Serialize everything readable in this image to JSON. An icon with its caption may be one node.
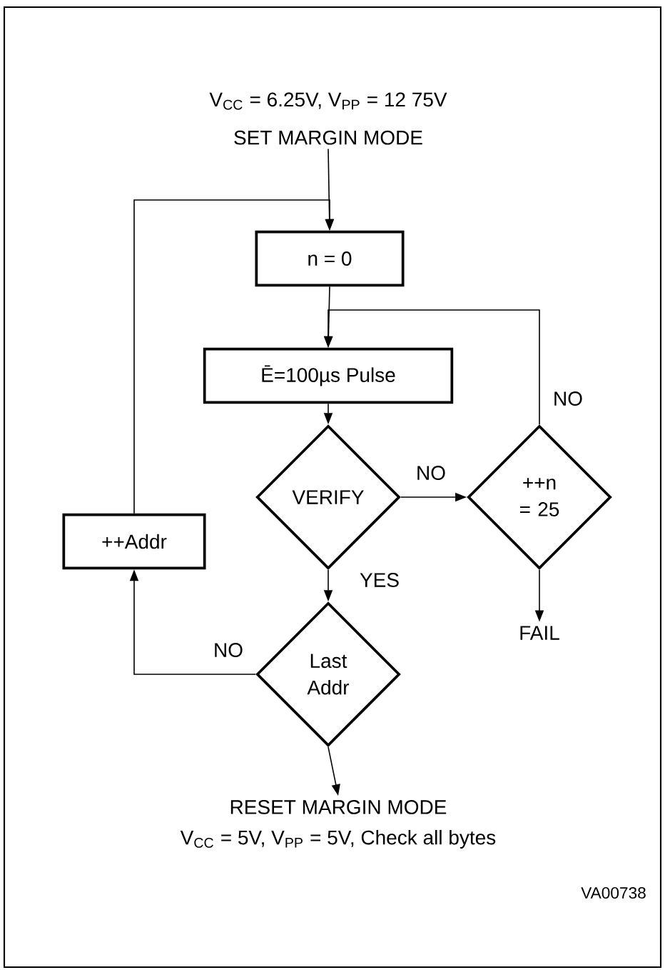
{
  "diagram": {
    "nodes": [
      {
        "text": [
          "V$_{CC}$ = 6.25V, V$_{PP}$ = 12 75V",
          "SET MARGIN MODE"
        ]
      },
      {
        "text": [
          "n = 0"
        ]
      },
      {
        "text": [
          "Ē=100µs Pulse"
        ]
      },
      {
        "text": [
          "VERIFY"
        ]
      },
      {
        "text": [
          "++n = 25"
        ]
      },
      {
        "text": [
          "FAIL"
        ]
      },
      {
        "text": [
          "++Addr"
        ]
      },
      {
        "text": [
          "Last Addr"
        ]
      },
      {
        "text": [
          "RESET MARGIN MODE",
          "V$_{CC}$ = 5V, V$_{PP}$ = 5V, Check all bytes"
        ]
      }
    ],
    "edges": [
      {
        "from": 0,
        "to": 1,
        "arrow": "to"
      },
      {
        "from": 6,
        "to": 1,
        "arrow": "to"
      },
      {
        "from": 1,
        "to": 2,
        "arrow": "to"
      },
      {
        "from": 4,
        "to": 2,
        "arrow": "to",
        "label": "NO"
      },
      {
        "from": 2,
        "to": 3,
        "arrow": "to"
      },
      {
        "from": 3,
        "to": 4,
        "arrow": "to",
        "label": "NO"
      },
      {
        "from": 3,
        "to": 7,
        "arrow": "to",
        "label": "YES"
      },
      {
        "from": 4,
        "to": 5,
        "arrow": "to"
      },
      {
        "from": 7,
        "to": 6,
        "arrow": "to",
        "label": "NO"
      },
      {
        "from": 7,
        "to": 8,
        "arrow": "to"
      }
    ],
    "labels": [
      "VA00738"
    ]
  }
}
